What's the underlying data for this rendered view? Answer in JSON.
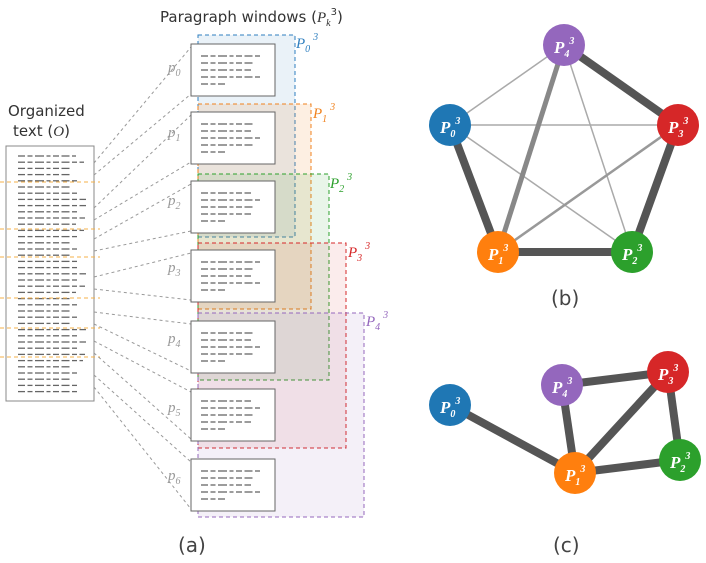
{
  "panel_a": {
    "header": "Paragraph windows",
    "header_sym": "P",
    "header_sub": "k",
    "header_sup": "3",
    "organized_label_1": "Organized",
    "organized_label_2": "text",
    "organized_sym": "O",
    "paragraphs": [
      {
        "base": "p",
        "sub": "0"
      },
      {
        "base": "p",
        "sub": "1"
      },
      {
        "base": "p",
        "sub": "2"
      },
      {
        "base": "p",
        "sub": "3"
      },
      {
        "base": "p",
        "sub": "4"
      },
      {
        "base": "p",
        "sub": "5"
      },
      {
        "base": "p",
        "sub": "6"
      }
    ],
    "windows": [
      {
        "base": "P",
        "sub": "0",
        "sup": "3",
        "color": "#2f7fbf"
      },
      {
        "base": "P",
        "sub": "1",
        "sup": "3",
        "color": "#f0821e"
      },
      {
        "base": "P",
        "sub": "2",
        "sup": "3",
        "color": "#2ca02c"
      },
      {
        "base": "P",
        "sub": "3",
        "sup": "3",
        "color": "#d62728"
      },
      {
        "base": "P",
        "sub": "4",
        "sup": "3",
        "color": "#9467bd"
      }
    ],
    "caption": "(a)"
  },
  "panel_b": {
    "nodes": [
      {
        "base": "P",
        "sub": "0",
        "sup": "3",
        "color": "#1f77b4"
      },
      {
        "base": "P",
        "sub": "1",
        "sup": "3",
        "color": "#ff7f0e"
      },
      {
        "base": "P",
        "sub": "2",
        "sup": "3",
        "color": "#2ca02c"
      },
      {
        "base": "P",
        "sub": "3",
        "sup": "3",
        "color": "#d62728"
      },
      {
        "base": "P",
        "sub": "4",
        "sup": "3",
        "color": "#9467bd"
      }
    ],
    "caption": "(b)"
  },
  "panel_c": {
    "nodes": [
      {
        "base": "P",
        "sub": "0",
        "sup": "3",
        "color": "#1f77b4"
      },
      {
        "base": "P",
        "sub": "1",
        "sup": "3",
        "color": "#ff7f0e"
      },
      {
        "base": "P",
        "sub": "2",
        "sup": "3",
        "color": "#2ca02c"
      },
      {
        "base": "P",
        "sub": "3",
        "sup": "3",
        "color": "#d62728"
      },
      {
        "base": "P",
        "sub": "4",
        "sup": "3",
        "color": "#9467bd"
      }
    ],
    "caption": "(c)"
  }
}
